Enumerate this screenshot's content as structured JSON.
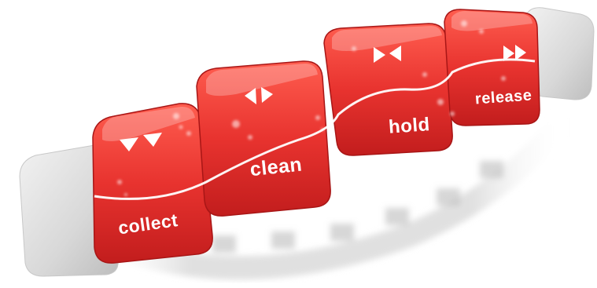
{
  "band": {
    "keys": [
      {
        "id": "collect",
        "label": "collect",
        "icon": "double-down-arrow-icon"
      },
      {
        "id": "clean",
        "label": "clean",
        "icon": "left-right-arrows-icon"
      },
      {
        "id": "hold",
        "label": "hold",
        "icon": "converging-arrows-icon"
      },
      {
        "id": "release",
        "label": "release",
        "icon": "fast-forward-icon"
      }
    ]
  },
  "colors": {
    "key_red": "#e8332f",
    "key_red_dark": "#b9191a",
    "key_red_light": "#ff6a5a",
    "end_cap_gray": "#dcdcdc",
    "wave_line": "#ffffff"
  }
}
